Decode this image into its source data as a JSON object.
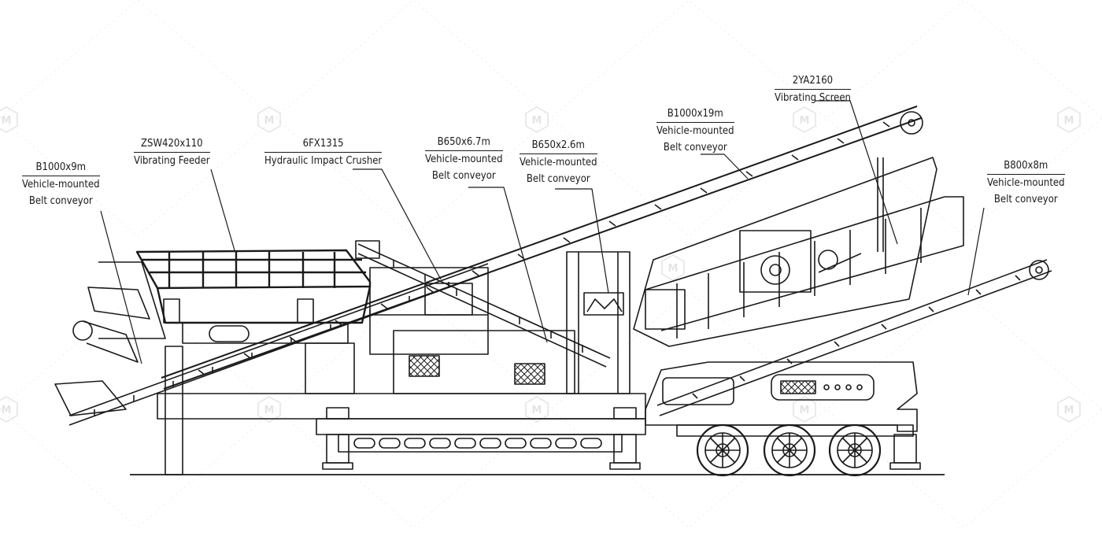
{
  "background_color": "#ffffff",
  "line_color": "#1a1a1a",
  "watermark_icon": "m-hexagon-logo-icon",
  "callouts": [
    {
      "id": "belt-conveyor-b1000x9m",
      "model": "B1000x9m",
      "lines": [
        "Vehicle-mounted",
        "Belt conveyor"
      ]
    },
    {
      "id": "vibrating-feeder",
      "model": "ZSW420x110",
      "lines": [
        "Vibrating Feeder"
      ]
    },
    {
      "id": "impact-crusher",
      "model": "6FX1315",
      "lines": [
        "Hydraulic Impact Crusher"
      ]
    },
    {
      "id": "belt-conveyor-b650x6-7m",
      "model": "B650x6.7m",
      "lines": [
        "Vehicle-mounted",
        "Belt conveyor"
      ]
    },
    {
      "id": "belt-conveyor-b650x2-6m",
      "model": "B650x2.6m",
      "lines": [
        "Vehicle-mounted",
        "Belt conveyor"
      ]
    },
    {
      "id": "belt-conveyor-b1000x19m",
      "model": "B1000x19m",
      "lines": [
        "Vehicle-mounted",
        "Belt conveyor"
      ]
    },
    {
      "id": "vibrating-screen",
      "model": "2YA2160",
      "lines": [
        "Vibrating Screen"
      ]
    },
    {
      "id": "belt-conveyor-b800x8m",
      "model": "B800x8m",
      "lines": [
        "Vehicle-mounted",
        "Belt conveyor"
      ]
    }
  ]
}
